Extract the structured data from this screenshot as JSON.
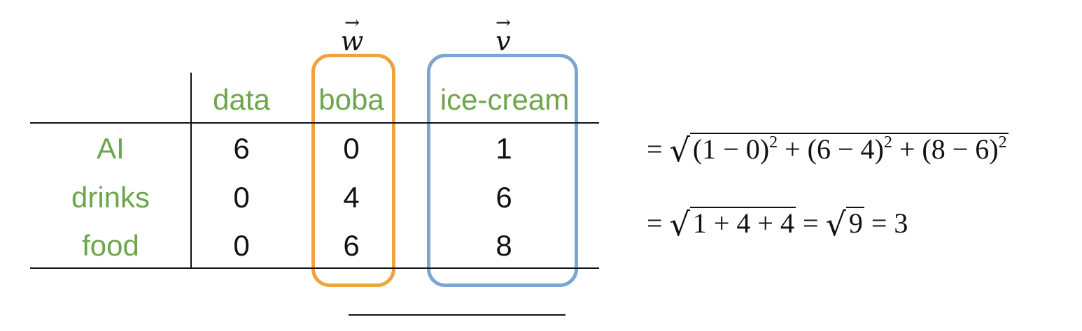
{
  "vectors": {
    "w_label": "w",
    "v_label": "v",
    "arrow": "→"
  },
  "table": {
    "columns": [
      "data",
      "boba",
      "ice-cream"
    ],
    "rows": [
      {
        "label": "AI",
        "values": [
          "6",
          "0",
          "1"
        ]
      },
      {
        "label": "drinks",
        "values": [
          "0",
          "4",
          "6"
        ]
      },
      {
        "label": "food",
        "values": [
          "0",
          "6",
          "8"
        ]
      }
    ]
  },
  "colors": {
    "label_green": "#6ea54c",
    "w_box": "#f0a33b",
    "v_box": "#7aa6d6"
  },
  "equations": {
    "line1_prefix": "=",
    "line1_radicand_parts": [
      "(1 − 0)",
      "2",
      " + (6 − 4)",
      "2",
      " + (8 − 6)",
      "2"
    ],
    "line2_prefix": "=",
    "line2_radicand": "1 + 4 + 4",
    "line2_mid": " = ",
    "line2_radicand2": "9",
    "line2_end": " = 3"
  }
}
